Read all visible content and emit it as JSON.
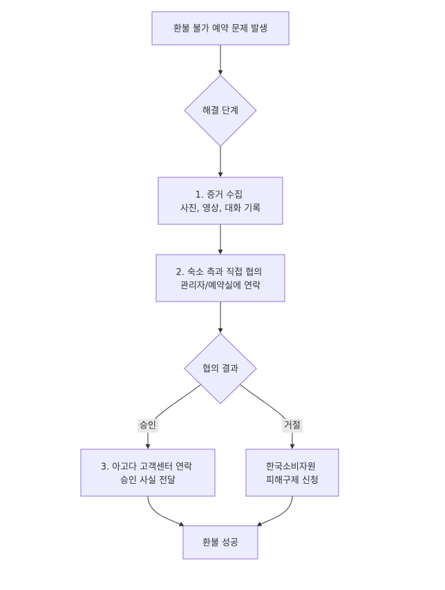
{
  "diagram": {
    "nodes": {
      "start": {
        "lines": [
          "환불 불가 예약 문제 발생"
        ]
      },
      "resolve": {
        "lines": [
          "해결 단계"
        ]
      },
      "step1": {
        "lines": [
          "1. 증거 수집",
          "사진, 영상, 대화 기록"
        ]
      },
      "step2": {
        "lines": [
          "2. 숙소 측과 직접 협의",
          "관리자/예약실에 연락"
        ]
      },
      "result": {
        "lines": [
          "협의 결과"
        ]
      },
      "step3": {
        "lines": [
          "3. 아고다 고객센터 연락",
          "승인 사실 전달"
        ]
      },
      "consumer": {
        "lines": [
          "한국소비자원",
          "피해구제 신청"
        ]
      },
      "success": {
        "lines": [
          "환불 성공"
        ]
      }
    },
    "edge_labels": {
      "approve": "승인",
      "reject": "거절"
    },
    "colors": {
      "node_fill": "#ECECFF",
      "node_stroke": "#9370DB",
      "edge": "#333333",
      "label_bg": "#e8e8e8",
      "text": "#333333"
    }
  }
}
